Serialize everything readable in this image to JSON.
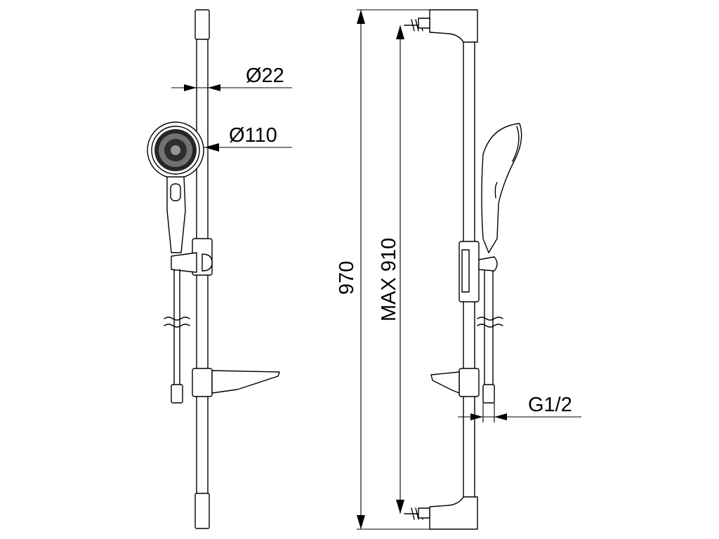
{
  "dimensions": {
    "tube_diameter": "Ø22",
    "head_diameter": "Ø110",
    "total_height": "970",
    "max_mounting": "MAX 910",
    "thread": "G1/2"
  }
}
